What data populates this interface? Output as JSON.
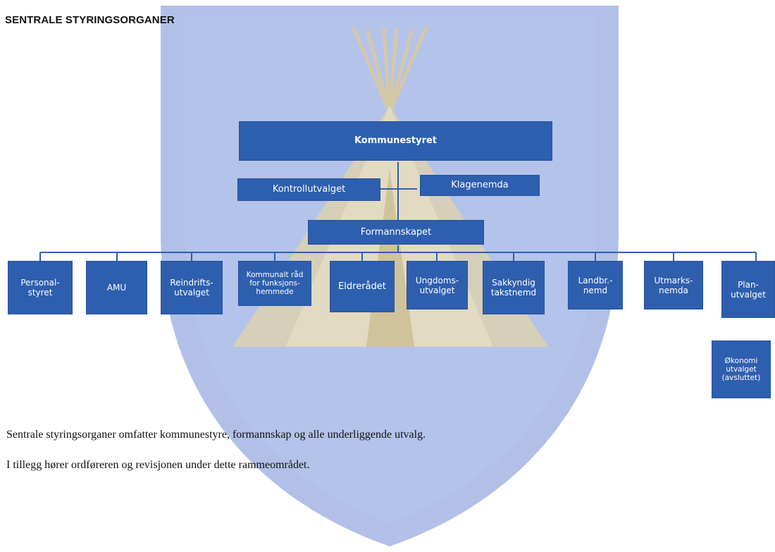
{
  "title": "SENTRALE STYRINGSORGANER",
  "colors": {
    "box_fill": "#2e5fae",
    "box_text": "#ffffff",
    "line": "#2e5fae",
    "crest_bg": "#aebde6",
    "crest_emblem": "#d8c9a0"
  },
  "org_chart": {
    "top": "Kommunestyret",
    "left_branch": "Kontrollutvalget",
    "right_branch": "Klagenemda",
    "middle": "Formannskapet",
    "committees": [
      "Personal-\nstyret",
      "AMU",
      "Reindrifts-\nutvalget",
      "Kommunalt råd\nfor funksjons-\nhemmede",
      "Eldrerådet",
      "Ungdoms-\nutvalget",
      "Sakkyndig\ntakstnemd",
      "Landbr.-\nnemd",
      "Utmarks-\nnemda",
      "Plan-\nutvalget"
    ],
    "extra": "Økonomi\nutvalget\n(avsluttet)"
  },
  "paragraphs": [
    "Sentrale styringsorganer omfatter kommunestyre, formannskap og alle underliggende utvalg.",
    "I tillegg hører ordføreren og revisjonen under dette rammeområdet."
  ]
}
